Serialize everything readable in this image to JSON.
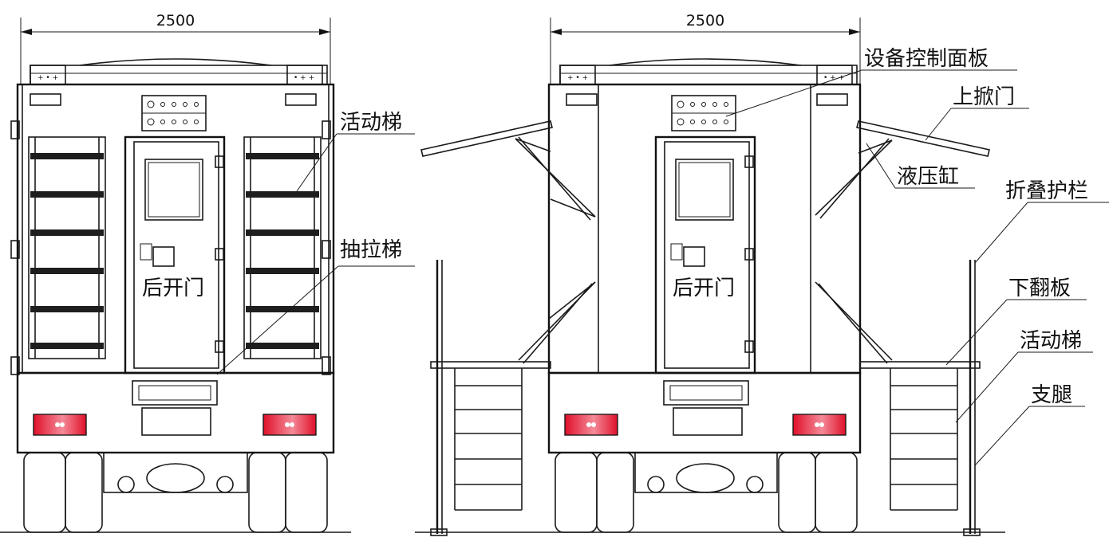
{
  "left_view": {
    "width_dimension": "2500",
    "labels": {
      "movable_ladder": "活动梯",
      "pull_ladder": "抽拉梯",
      "rear_door": "后开门"
    }
  },
  "right_view": {
    "width_dimension": "2500",
    "labels": {
      "control_panel": "设备控制面板",
      "upper_flap_door": "上掀门",
      "hydraulic_cylinder": "液压缸",
      "folding_guardrail": "折叠护栏",
      "lower_flip_panel": "下翻板",
      "movable_ladder": "活动梯",
      "support_leg": "支腿",
      "rear_door": "后开门"
    }
  },
  "colors": {
    "line": "#1a1a1a",
    "tail_light_red": "#e0102a",
    "background": "#ffffff"
  }
}
